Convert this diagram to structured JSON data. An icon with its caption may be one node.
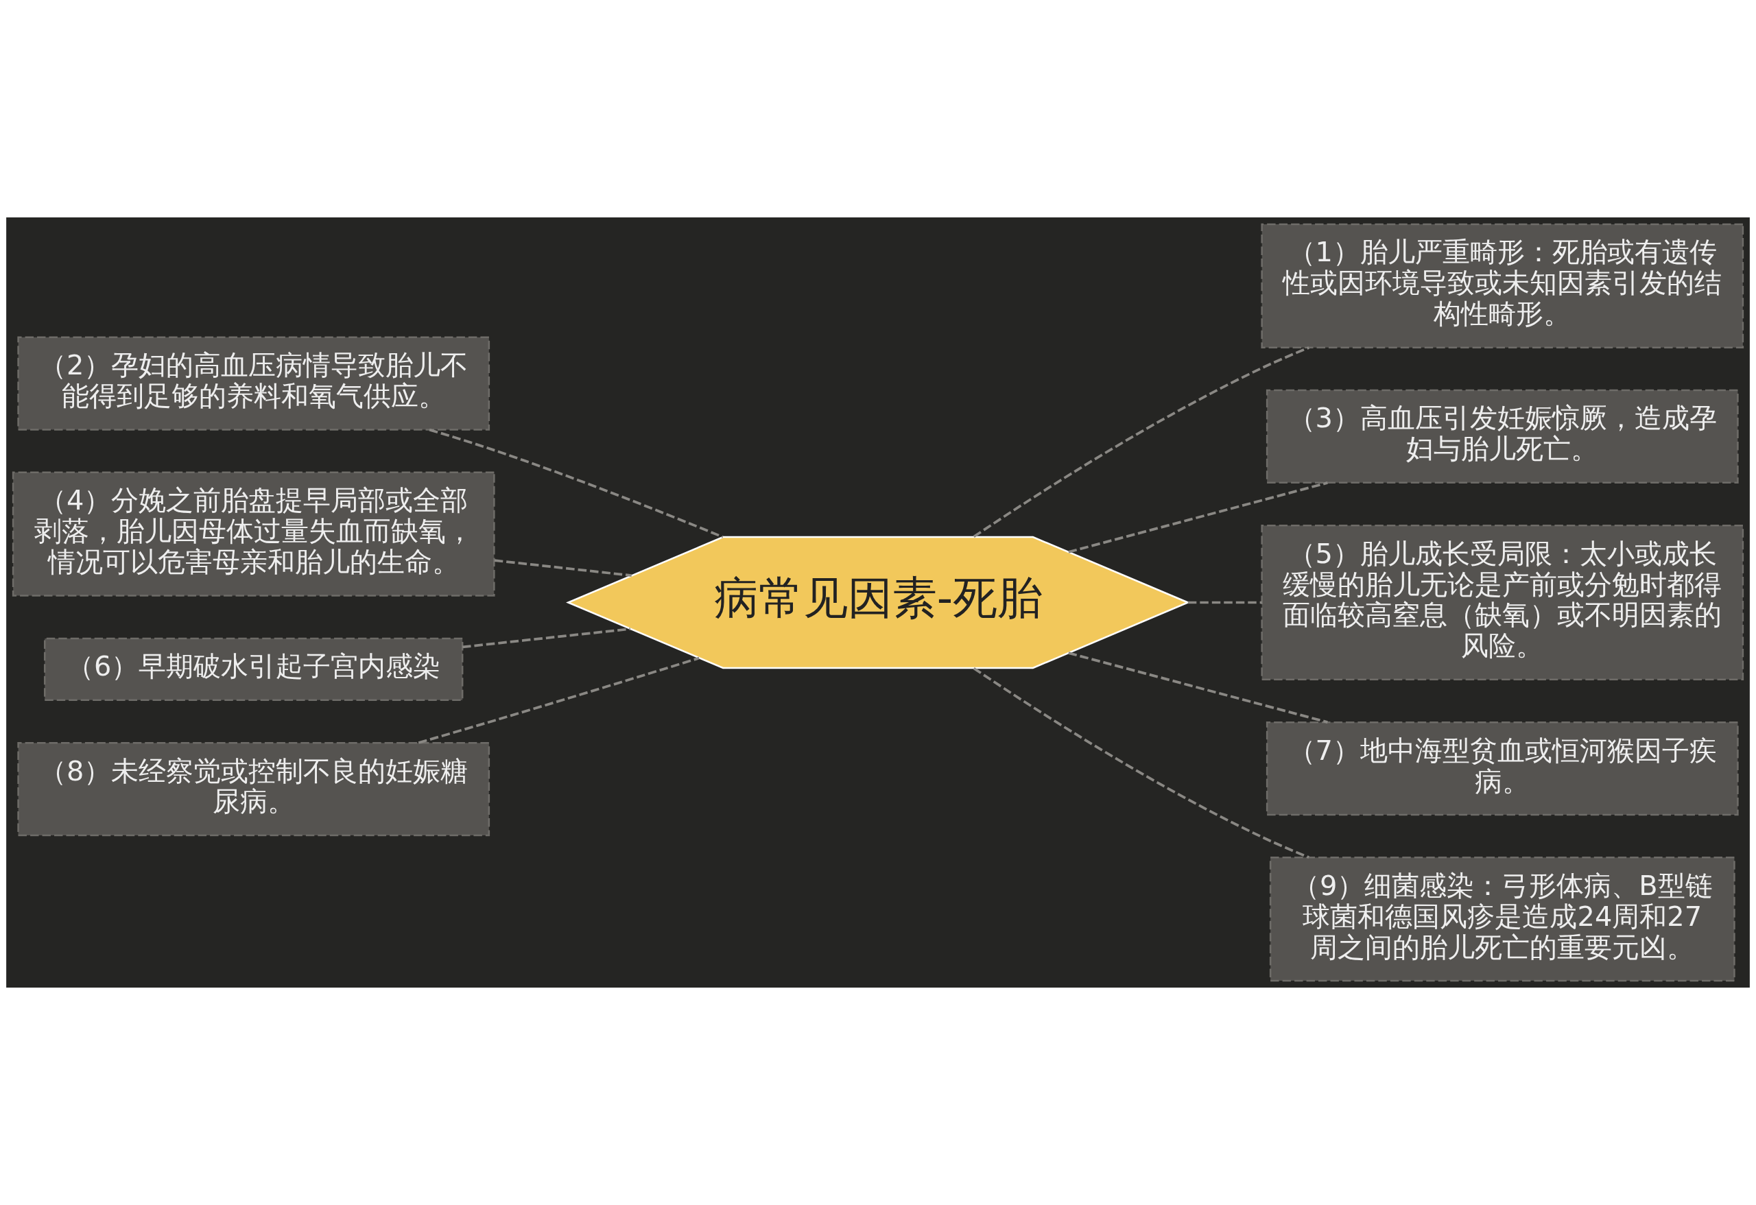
{
  "diagram": {
    "nodes": [
      {
        "text": [
          "病常见因素-死胎"
        ]
      },
      {
        "text": [
          "（1）胎儿严重畸形：死胎或有遗传性或因环境导致或未知因素引发的结构性畸形。"
        ]
      },
      {
        "text": [
          "（2）孕妇的高血压病情导致胎儿不能得到足够的养料和氧气供应。"
        ]
      },
      {
        "text": [
          "（3）高血压引发妊娠惊厥，造成孕妇与胎儿死亡。"
        ]
      },
      {
        "text": [
          "（4）分娩之前胎盘提早局部或全部剥落，胎儿因母体过量失血而缺氧，情况可以危害母亲和胎儿的生命。"
        ]
      },
      {
        "text": [
          "（5）胎儿成长受局限：太小或成长缓慢的胎儿无论是产前或分勉时都得面临较高窒息（缺氧）或不明因素的风险。"
        ]
      },
      {
        "text": [
          "（6）早期破水引起子宫内感染"
        ]
      },
      {
        "text": [
          "（7）地中海型贫血或恒河猴因子疾病。"
        ]
      },
      {
        "text": [
          "（8）未经察觉或控制不良的妊娠糖尿病。"
        ]
      },
      {
        "text": [
          "（9）细菌感染：弓形体病、B型链球菌和德国风疹是造成24周和27周之间的胎儿死亡的重要元凶。"
        ]
      }
    ],
    "edges": [
      {
        "from": 0,
        "to": 1,
        "arrow": "none",
        "style": "dashed"
      },
      {
        "from": 0,
        "to": 2,
        "arrow": "none",
        "style": "dashed"
      },
      {
        "from": 0,
        "to": 3,
        "arrow": "none",
        "style": "dashed"
      },
      {
        "from": 0,
        "to": 4,
        "arrow": "none",
        "style": "dashed"
      },
      {
        "from": 0,
        "to": 5,
        "arrow": "none",
        "style": "dashed"
      },
      {
        "from": 0,
        "to": 6,
        "arrow": "none",
        "style": "dashed"
      },
      {
        "from": 0,
        "to": 7,
        "arrow": "none",
        "style": "dashed"
      },
      {
        "from": 0,
        "to": 8,
        "arrow": "none",
        "style": "dashed"
      },
      {
        "from": 0,
        "to": 9,
        "arrow": "none",
        "style": "dashed"
      }
    ]
  }
}
